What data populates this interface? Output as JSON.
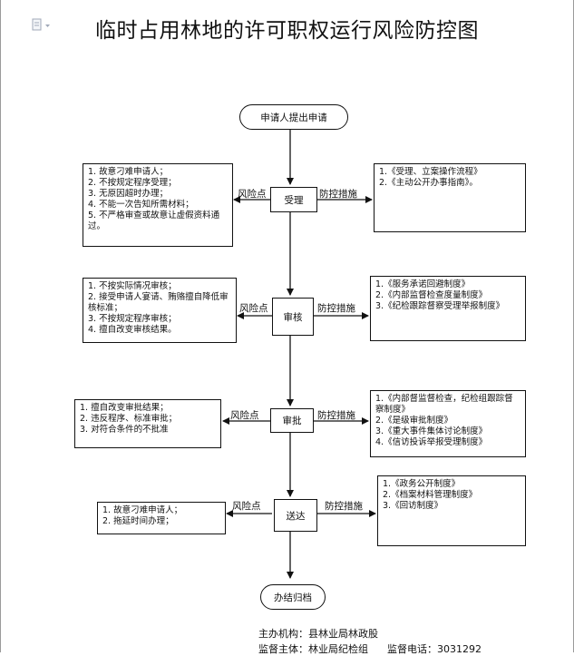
{
  "title": "临时占用林地的许可职权运行风险防控图",
  "start_node": "申请人提出申请",
  "end_node": "办结归档",
  "risk_label": "风险点",
  "measure_label": "防控措施",
  "steps": [
    {
      "name": "受理",
      "risks": [
        "1. 故意刁难申请人；",
        "2. 不按规定程序受理；",
        "3. 无原因超时办理；",
        "4. 不能一次告知所需材料；",
        "5. 不严格审查或故意让虚假资料通过。"
      ],
      "measures": [
        "1.《受理、立案操作流程》",
        "2.《主动公开办事指南》。"
      ]
    },
    {
      "name": "审核",
      "risks": [
        "1. 不按实际情况审核；",
        "2. 接受申请人宴请、贿赂擅自降低审核标准；",
        "3. 不按规定程序审核；",
        "4. 擅自改变审核结果。"
      ],
      "measures": [
        "1.《服务承诺回避制度》",
        "2.《内部监督检查度量制度》",
        "3.《纪检跟踪督察受理举报制度》"
      ]
    },
    {
      "name": "审批",
      "risks": [
        "1. 擅自改变审批结果；",
        "2. 违反程序、标准审批；",
        "3. 对符合条件的不批准"
      ],
      "measures": [
        "1.《内部督监督检查，纪检组跟踪督察制度》",
        "2.《是级审批制度》",
        "3.《重大事件集体讨论制度》",
        "4.《信访投诉举报受理制度》"
      ]
    },
    {
      "name": "送达",
      "risks": [
        "1. 故意刁难申请人；",
        "2. 拖延时间办理；"
      ],
      "measures": [
        "1.《政务公开制度》",
        "2.《档案材料管理制度》",
        "3.《回访制度》"
      ]
    }
  ],
  "footer": {
    "sponsor_label": "主办机构：",
    "sponsor_value": "县林业局林政股",
    "supervisor_label": "监督主体：",
    "supervisor_value": "林业局纪检组",
    "phone_label": "监督电话：",
    "phone_value": "3031292"
  },
  "colors": {
    "line": "#111111",
    "icon": "#a0a8b8"
  }
}
